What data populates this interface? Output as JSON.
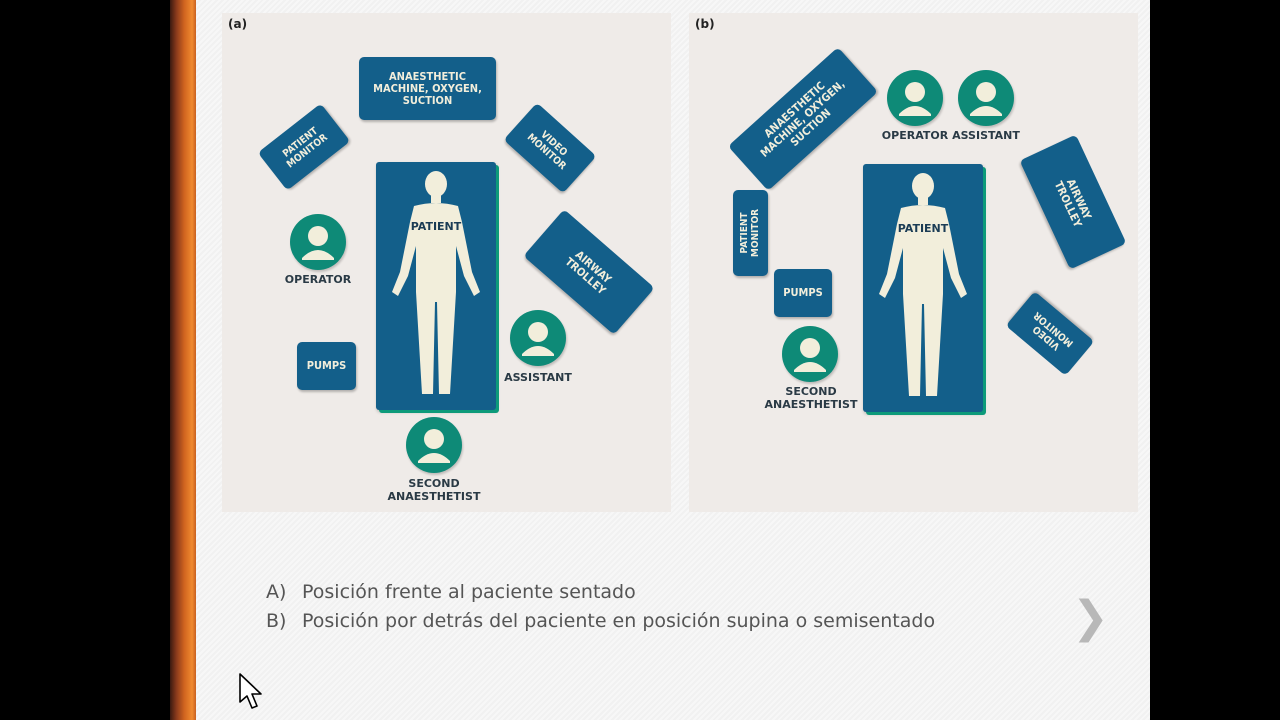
{
  "panels": {
    "a": {
      "label": "(a)",
      "patient": "PATIENT",
      "equipment": {
        "anaesthetic_machine": "ANAESTHETIC\nMACHINE, OXYGEN,\nSUCTION",
        "patient_monitor": "PATIENT\nMONITOR",
        "video_monitor": "VIDEO\nMONITOR",
        "airway_trolley": "AIRWAY\nTROLLEY",
        "pumps": "PUMPS"
      },
      "roles": {
        "operator": "OPERATOR",
        "assistant": "ASSISTANT",
        "second_anaesthetist": "SECOND\nANAESTHETIST"
      }
    },
    "b": {
      "label": "(b)",
      "patient": "PATIENT",
      "equipment": {
        "anaesthetic_machine": "ANAESTHETIC\nMACHINE, OXYGEN,\nSUCTION",
        "patient_monitor": "PATIENT\nMONITOR",
        "video_monitor": "VIDEO\nMONITOR",
        "airway_trolley": "AIRWAY\nTROLLEY",
        "pumps": "PUMPS"
      },
      "roles": {
        "operator": "OPERATOR",
        "assistant": "ASSISTANT",
        "second_anaesthetist": "SECOND\nANAESTHETIST"
      }
    }
  },
  "options": [
    {
      "letter": "A)",
      "text": "Posición frente al paciente sentado"
    },
    {
      "letter": "B)",
      "text": "Posición por detrás del paciente en posición supina o semisentado"
    }
  ],
  "nav": {
    "next_glyph": "❯"
  },
  "colors": {
    "box": "#135f8a",
    "person": "#0e8a77",
    "figure": "#f2eedb"
  }
}
